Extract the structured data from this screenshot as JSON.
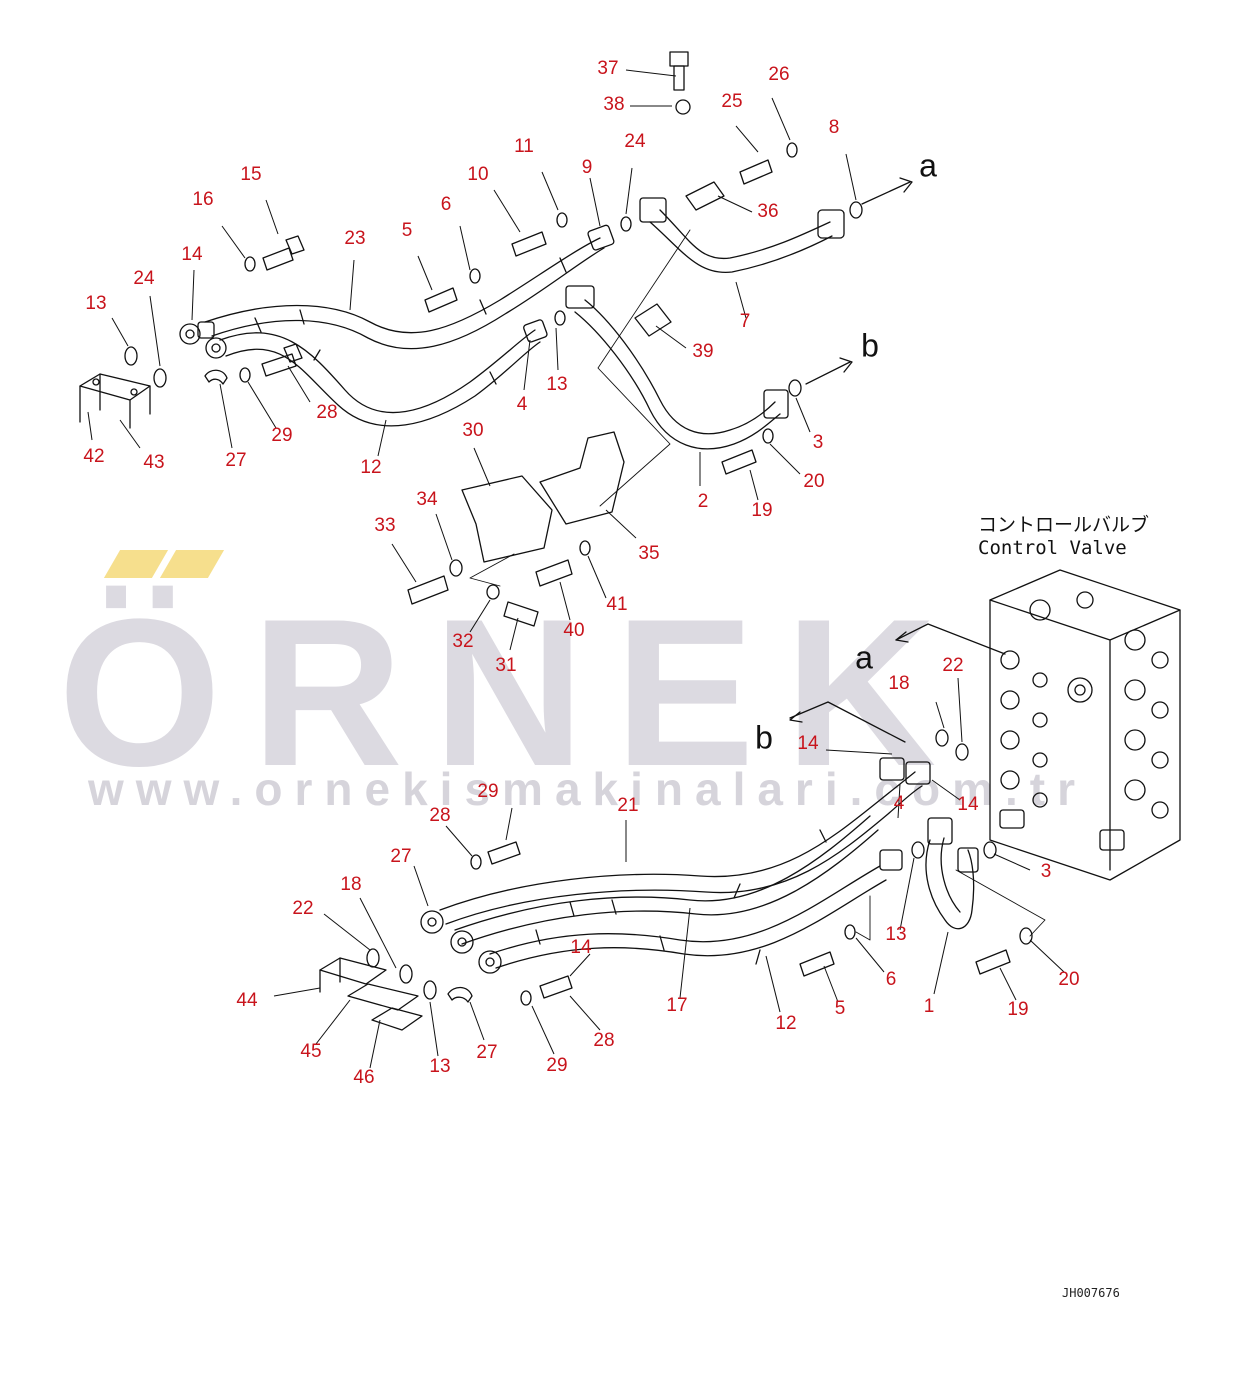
{
  "watermark": {
    "logo": "ÖRNEK",
    "url": "www.ornekismakinalari.com.tr"
  },
  "control_valve": {
    "label_jp": "コントロールバルブ",
    "label_en": "Control Valve"
  },
  "drawing_code": "JH007676",
  "direction_marks": [
    "a",
    "b"
  ],
  "colors": {
    "callout": "#c8141c",
    "line": "#111111",
    "watermark": "#d6d4dc",
    "accent": "#f6df8d"
  },
  "callouts": [
    {
      "id": "c37",
      "text": "37"
    },
    {
      "id": "c38",
      "text": "38"
    },
    {
      "id": "c26",
      "text": "26"
    },
    {
      "id": "c25",
      "text": "25"
    },
    {
      "id": "c8",
      "text": "8"
    },
    {
      "id": "c24a",
      "text": "24"
    },
    {
      "id": "c36",
      "text": "36"
    },
    {
      "id": "c11",
      "text": "11"
    },
    {
      "id": "c9",
      "text": "9"
    },
    {
      "id": "c10",
      "text": "10"
    },
    {
      "id": "c6a",
      "text": "6"
    },
    {
      "id": "c5a",
      "text": "5"
    },
    {
      "id": "c23",
      "text": "23"
    },
    {
      "id": "c15",
      "text": "15"
    },
    {
      "id": "c16",
      "text": "16"
    },
    {
      "id": "c14a",
      "text": "14"
    },
    {
      "id": "c24b",
      "text": "24"
    },
    {
      "id": "c13a",
      "text": "13"
    },
    {
      "id": "c7",
      "text": "7"
    },
    {
      "id": "c39",
      "text": "39"
    },
    {
      "id": "c13b",
      "text": "13"
    },
    {
      "id": "c4a",
      "text": "4"
    },
    {
      "id": "c3a",
      "text": "3"
    },
    {
      "id": "c28a",
      "text": "28"
    },
    {
      "id": "c29a",
      "text": "29"
    },
    {
      "id": "c27a",
      "text": "27"
    },
    {
      "id": "c42",
      "text": "42"
    },
    {
      "id": "c43",
      "text": "43"
    },
    {
      "id": "c12a",
      "text": "12"
    },
    {
      "id": "c30",
      "text": "30"
    },
    {
      "id": "c2",
      "text": "2"
    },
    {
      "id": "c20a",
      "text": "20"
    },
    {
      "id": "c19a",
      "text": "19"
    },
    {
      "id": "c34",
      "text": "34"
    },
    {
      "id": "c33",
      "text": "33"
    },
    {
      "id": "c35",
      "text": "35"
    },
    {
      "id": "c41",
      "text": "41"
    },
    {
      "id": "c40",
      "text": "40"
    },
    {
      "id": "c32",
      "text": "32"
    },
    {
      "id": "c31",
      "text": "31"
    },
    {
      "id": "c18a",
      "text": "18"
    },
    {
      "id": "c22a",
      "text": "22"
    },
    {
      "id": "c14b",
      "text": "14"
    },
    {
      "id": "c4b",
      "text": "4"
    },
    {
      "id": "c14c",
      "text": "14"
    },
    {
      "id": "c21",
      "text": "21"
    },
    {
      "id": "c29b",
      "text": "29"
    },
    {
      "id": "c28b",
      "text": "28"
    },
    {
      "id": "c27b",
      "text": "27"
    },
    {
      "id": "c18b",
      "text": "18"
    },
    {
      "id": "c22b",
      "text": "22"
    },
    {
      "id": "c14d",
      "text": "14"
    },
    {
      "id": "c3b",
      "text": "3"
    },
    {
      "id": "c13c",
      "text": "13"
    },
    {
      "id": "c6b",
      "text": "6"
    },
    {
      "id": "c5b",
      "text": "5"
    },
    {
      "id": "c20b",
      "text": "20"
    },
    {
      "id": "c19b",
      "text": "19"
    },
    {
      "id": "c1",
      "text": "1"
    },
    {
      "id": "c12b",
      "text": "12"
    },
    {
      "id": "c17",
      "text": "17"
    },
    {
      "id": "c44",
      "text": "44"
    },
    {
      "id": "c45",
      "text": "45"
    },
    {
      "id": "c46",
      "text": "46"
    },
    {
      "id": "c13d",
      "text": "13"
    },
    {
      "id": "c27c",
      "text": "27"
    },
    {
      "id": "c29c",
      "text": "29"
    },
    {
      "id": "c28c",
      "text": "28"
    }
  ]
}
